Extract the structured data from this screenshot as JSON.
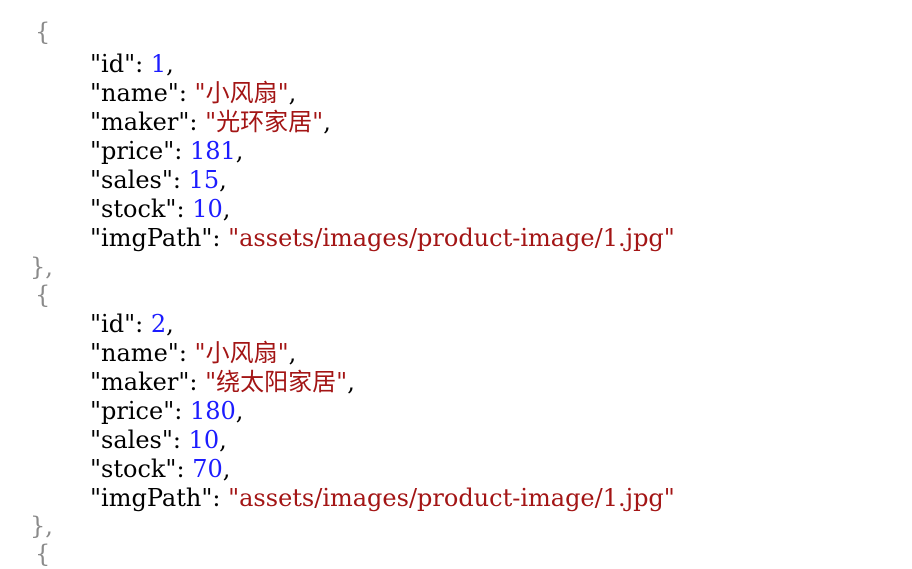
{
  "document": {
    "open_brace": "{",
    "close_brace_comma": "},",
    "objects": [
      {
        "id": 1,
        "name": "小风扇",
        "maker": "光环家居",
        "price": 181,
        "sales": 15,
        "stock": 10,
        "imgPath": "assets/images/product-image/1.jpg"
      },
      {
        "id": 2,
        "name": "小风扇",
        "maker": "绕太阳家居",
        "price": 180,
        "sales": 10,
        "stock": 70,
        "imgPath": "assets/images/product-image/1.jpg"
      }
    ],
    "keys": {
      "id": "\"id\"",
      "name": "\"name\"",
      "maker": "\"maker\"",
      "price": "\"price\"",
      "sales": "\"sales\"",
      "stock": "\"stock\"",
      "imgPath": "\"imgPath\""
    }
  },
  "colors": {
    "brace": "#8a8a8a",
    "number": "#1c1cff",
    "string": "#a31515",
    "text": "#000000",
    "background": "#ffffff"
  }
}
